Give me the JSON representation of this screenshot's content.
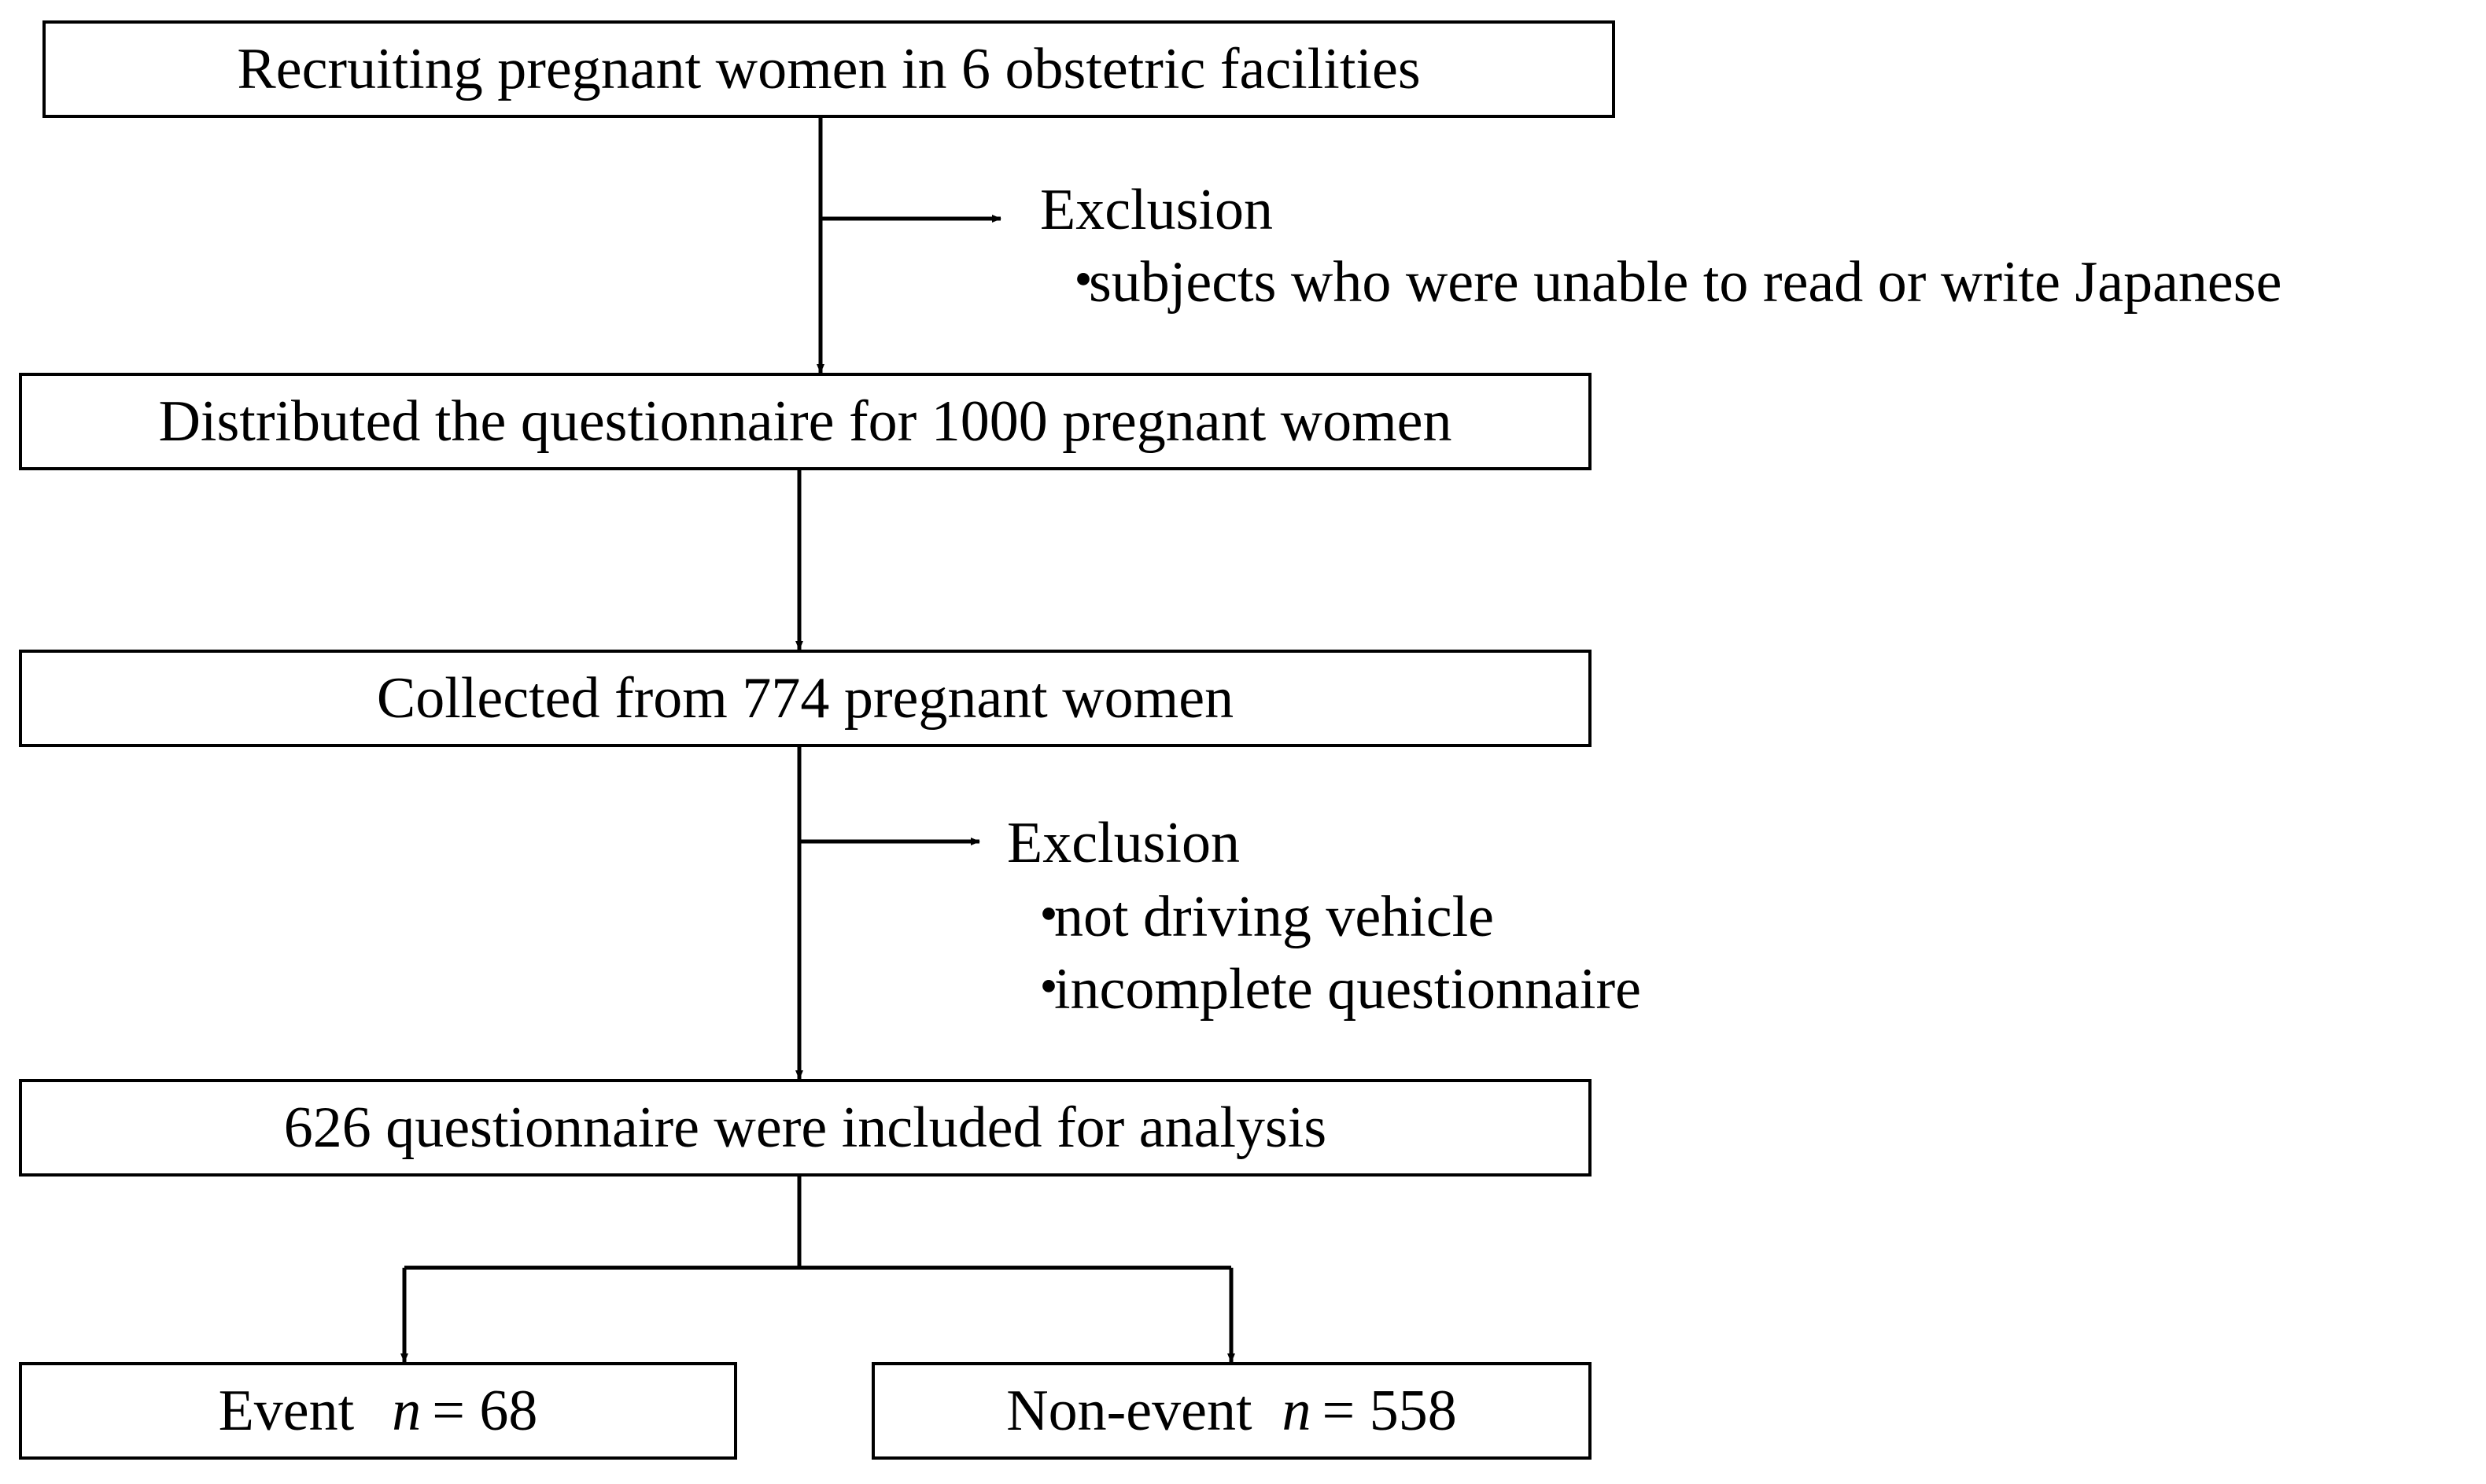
{
  "boxes": {
    "recruiting": "Recruiting pregnant women in 6 obstetric facilities",
    "distributed": "Distributed the questionnaire for 1000 pregnant women",
    "collected": "Collected from 774 pregnant women",
    "included": "626 questionnaire were included for analysis",
    "event": {
      "label": "Event",
      "n_symbol": "n",
      "n_value": "= 68"
    },
    "non_event": {
      "label": "Non-event",
      "n_symbol": "n",
      "n_value": "= 558"
    }
  },
  "exclusions": [
    {
      "title": "Exclusion",
      "bullet_symbol": "・",
      "items": [
        "subjects who were unable to read or write Japanese"
      ]
    },
    {
      "title": "Exclusion",
      "bullet_symbol": "・",
      "items": [
        "not driving vehicle",
        "incomplete questionnaire"
      ]
    }
  ],
  "colors": {
    "line": "#000000",
    "background": "#ffffff"
  }
}
